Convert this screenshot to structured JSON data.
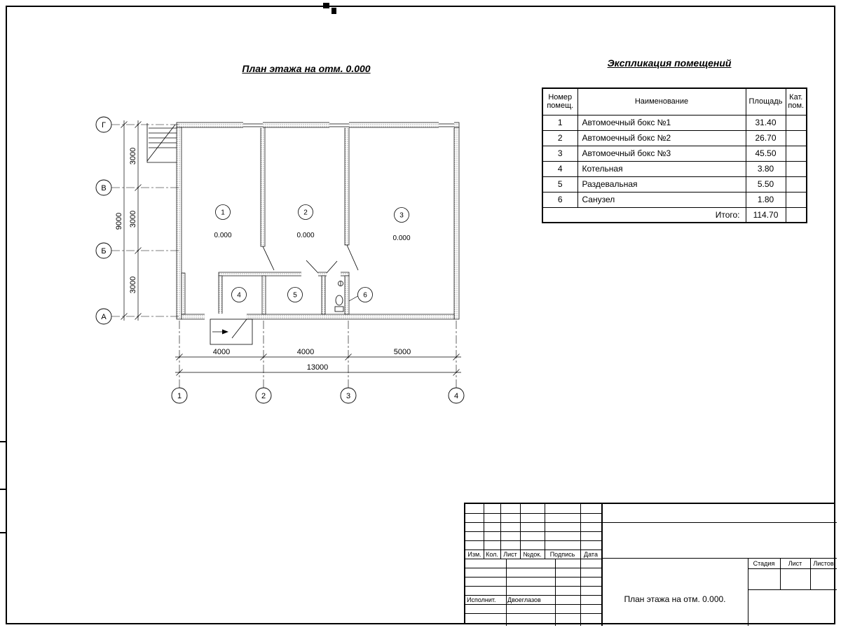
{
  "titles": {
    "plan_title": "План этажа на отм. 0.000",
    "schedule_title": "Экспликация помещений"
  },
  "plan": {
    "axes_left": [
      "Г",
      "В",
      "Б",
      "А"
    ],
    "axes_bottom": [
      "1",
      "2",
      "3",
      "4"
    ],
    "dims_left": [
      "3000",
      "3000",
      "3000"
    ],
    "dim_left_total": "9000",
    "dims_bottom": [
      "4000",
      "4000",
      "5000"
    ],
    "dim_bottom_total": "13000",
    "rooms": [
      {
        "num": "1",
        "elevation": "0.000"
      },
      {
        "num": "2",
        "elevation": "0.000"
      },
      {
        "num": "3",
        "elevation": "0.000"
      },
      {
        "num": "4",
        "elevation": ""
      },
      {
        "num": "5",
        "elevation": ""
      },
      {
        "num": "6",
        "elevation": ""
      }
    ]
  },
  "schedule": {
    "col_headers": [
      "Номер помещ.",
      "Наименование",
      "Площадь",
      "Кат. пом."
    ],
    "rows": [
      {
        "num": "1",
        "name": "Автомоечный бокс №1",
        "area": "31.40",
        "cat": ""
      },
      {
        "num": "2",
        "name": "Автомоечный бокс №2",
        "area": "26.70",
        "cat": ""
      },
      {
        "num": "3",
        "name": "Автомоечный бокс №3",
        "area": "45.50",
        "cat": ""
      },
      {
        "num": "4",
        "name": "Котельная",
        "area": "3.80",
        "cat": ""
      },
      {
        "num": "5",
        "name": "Раздевальная",
        "area": "5.50",
        "cat": ""
      },
      {
        "num": "6",
        "name": "Санузел",
        "area": "1.80",
        "cat": ""
      }
    ],
    "total_label": "Итого:",
    "total_area": "114.70"
  },
  "titleblock": {
    "header_cols": [
      "Изм.",
      "Кол.",
      "Лист",
      "№док.",
      "Подпись",
      "Дата"
    ],
    "executor_label": "Исполнит.",
    "executor_name": "Двоеглазов",
    "drawing_title": "План этажа на отм. 0.000.",
    "stage_label": "Стадия",
    "sheet_label": "Лист",
    "sheets_label": "Листов"
  },
  "colors": {
    "line": "#000000",
    "paper": "#ffffff"
  }
}
